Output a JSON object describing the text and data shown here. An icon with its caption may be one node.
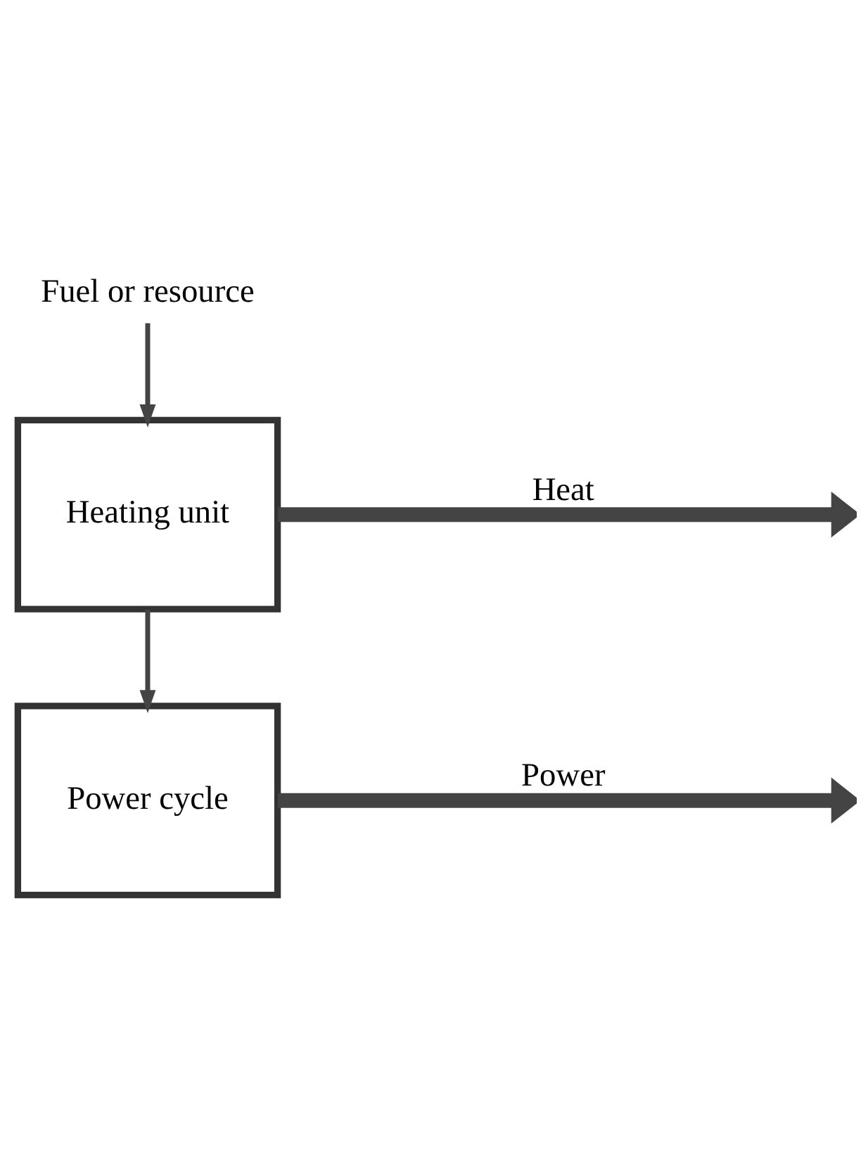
{
  "diagram": {
    "nodes": [
      {
        "text": [
          "Fuel or resource"
        ]
      },
      {
        "text": [
          "Heating unit"
        ]
      },
      {
        "text": [
          "Power cycle"
        ]
      }
    ],
    "edges": [
      {
        "from": 0,
        "to": 1,
        "arrow": "to"
      },
      {
        "from": 1,
        "to": null,
        "arrow": "to",
        "label": "Heat",
        "style": "thick"
      },
      {
        "from": 1,
        "to": 2,
        "arrow": "to"
      },
      {
        "from": 2,
        "to": null,
        "arrow": "to",
        "label": "Power",
        "style": "thick"
      }
    ]
  }
}
